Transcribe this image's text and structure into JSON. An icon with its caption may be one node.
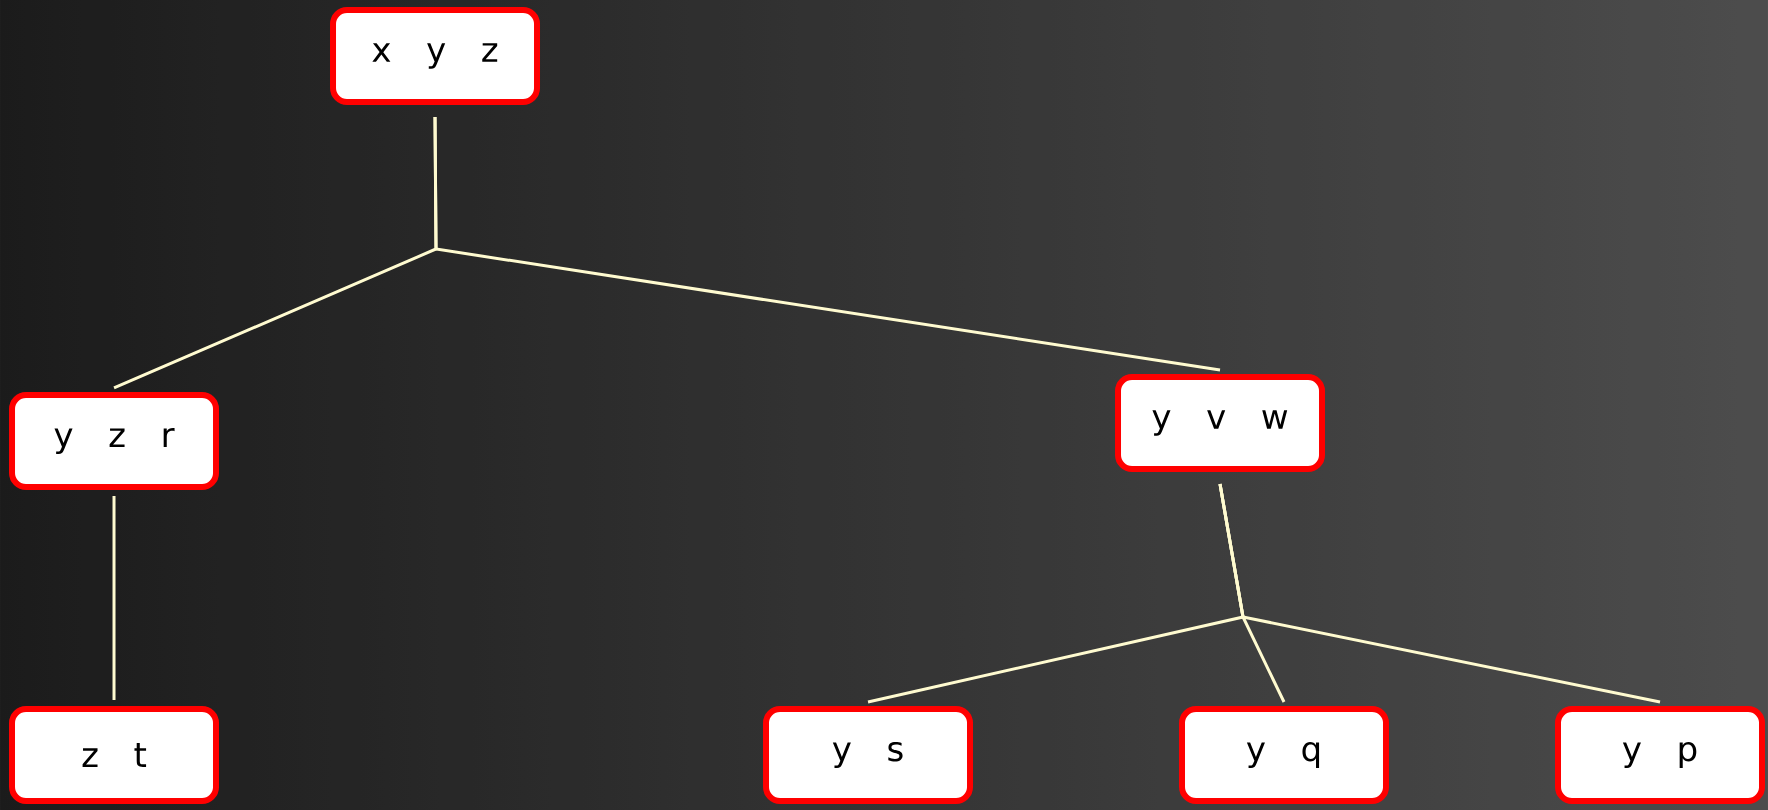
{
  "diagram": {
    "nodes": [
      {
        "text": [
          "x y z"
        ]
      },
      {
        "text": [
          "y z r"
        ]
      },
      {
        "text": [
          "y v w"
        ]
      },
      {
        "text": [
          "z t"
        ]
      },
      {
        "text": [
          "y s"
        ]
      },
      {
        "text": [
          "y q"
        ]
      },
      {
        "text": [
          "y p"
        ]
      }
    ],
    "edges": [
      {
        "from": 0,
        "to": 1,
        "arrow": "none"
      },
      {
        "from": 0,
        "to": 2,
        "arrow": "none"
      },
      {
        "from": 1,
        "to": 3,
        "arrow": "none"
      },
      {
        "from": 2,
        "to": 4,
        "arrow": "none"
      },
      {
        "from": 2,
        "to": 5,
        "arrow": "none"
      },
      {
        "from": 2,
        "to": 6,
        "arrow": "none"
      }
    ]
  }
}
